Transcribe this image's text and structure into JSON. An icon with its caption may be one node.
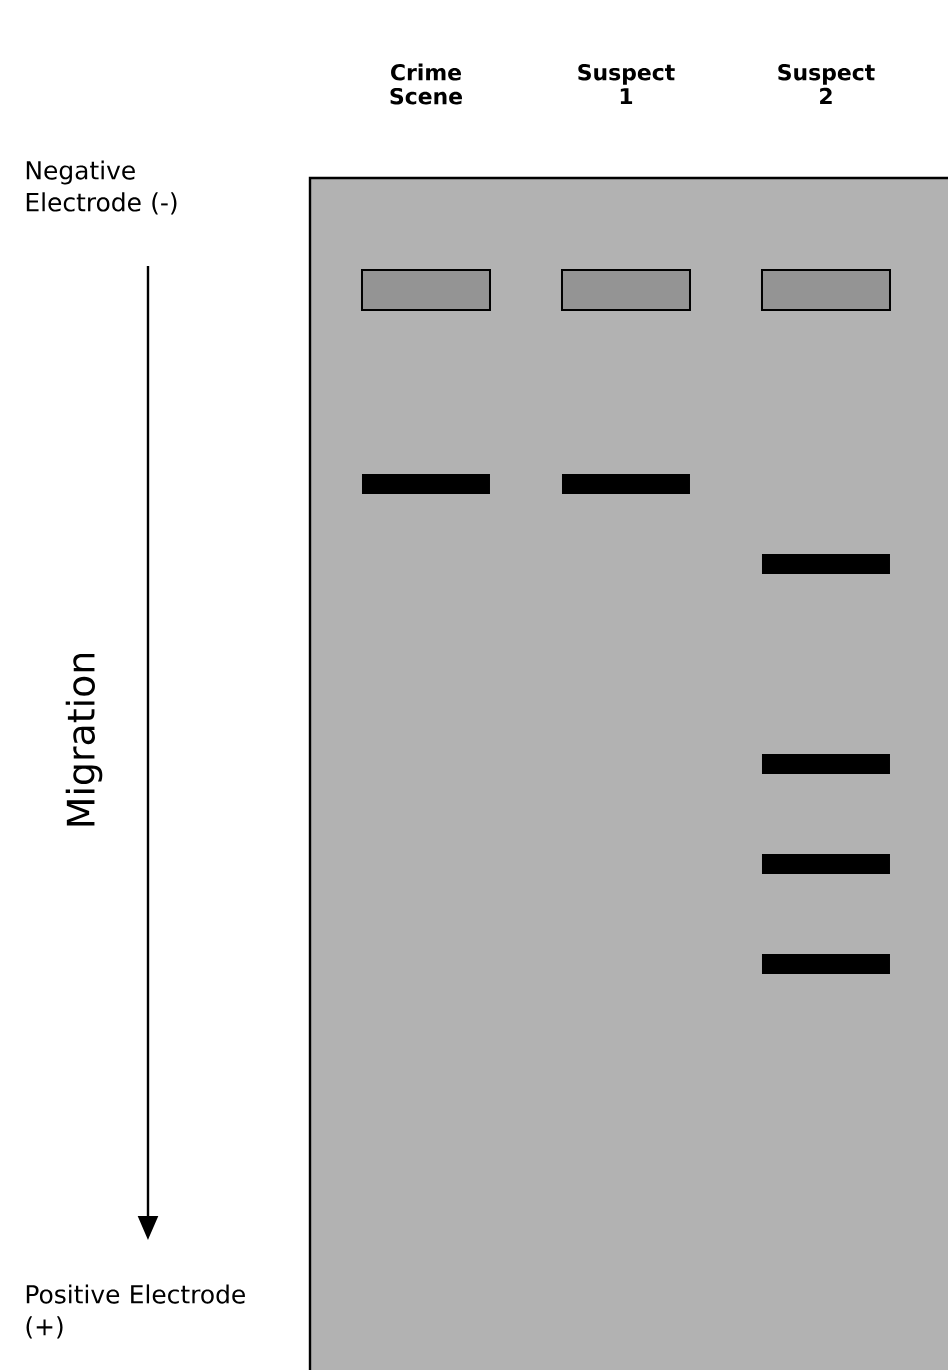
{
  "diagram": {
    "labels": [
      "Crime Scene",
      "Suspect 1",
      "Suspect 2",
      "Negative Electrode (-)",
      "Migration",
      "Positive Electrode (+)"
    ]
  }
}
